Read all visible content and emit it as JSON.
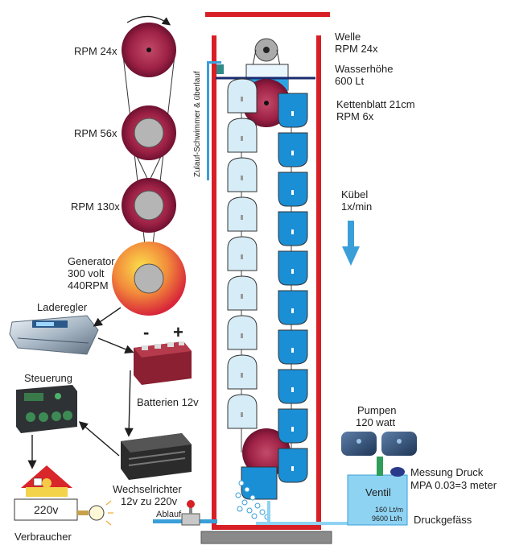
{
  "labels": {
    "rpm1": "RPM 24x",
    "rpm2": "RPM 56x",
    "rpm3": "RPM 130x",
    "generator_1": "Generator",
    "generator_2": "300 volt",
    "generator_3": "440RPM",
    "laderegler": "Laderegler",
    "batterien": "Batterien 12v",
    "steuerung": "Steuerung",
    "wechsel_1": "Wechselrichter",
    "wechsel_2": "12v zu 220v",
    "verbraucher": "Verbraucher",
    "v220": "220v",
    "minus": "-",
    "plus": "+",
    "welle_1": "Welle",
    "welle_2": "RPM 24x",
    "wasser_1": "Wasserhöhe",
    "wasser_2": "600 Lt",
    "ketten_1": "Kettenblatt 21cm",
    "ketten_2": "RPM 6x",
    "kuebel_1": "Kübel",
    "kuebel_2": "1x/min",
    "zulauf": "Zulauf-Schwimmer & überlauf",
    "pumpen_1": "Pumpen",
    "pumpen_2": "120 watt",
    "messung_1": "Messung Druck",
    "messung_2": "MPA 0.03=3 meter",
    "ventil": "Ventil",
    "flow_1": "160 Lt/m",
    "flow_2": "9600 Lt/h",
    "druck": "Druckgefäss",
    "ablauf": "Ablauf"
  },
  "colors": {
    "frame": "#d81f26",
    "bucket_light": "#d6ecf7",
    "bucket_dark": "#1b8fd6",
    "water": "#2ea3e3",
    "arrow_blue": "#3a9fd9",
    "vessel": "#8fd3f2",
    "base": "#888888"
  },
  "icons": [
    "rotation-arrow-icon",
    "down-arrow-icon",
    "battery-icon",
    "controller-icon",
    "inverter-icon",
    "charge-regulator-icon",
    "house-icon",
    "lightbulb-icon",
    "pump-icon",
    "valve-icon",
    "gauge-icon"
  ]
}
